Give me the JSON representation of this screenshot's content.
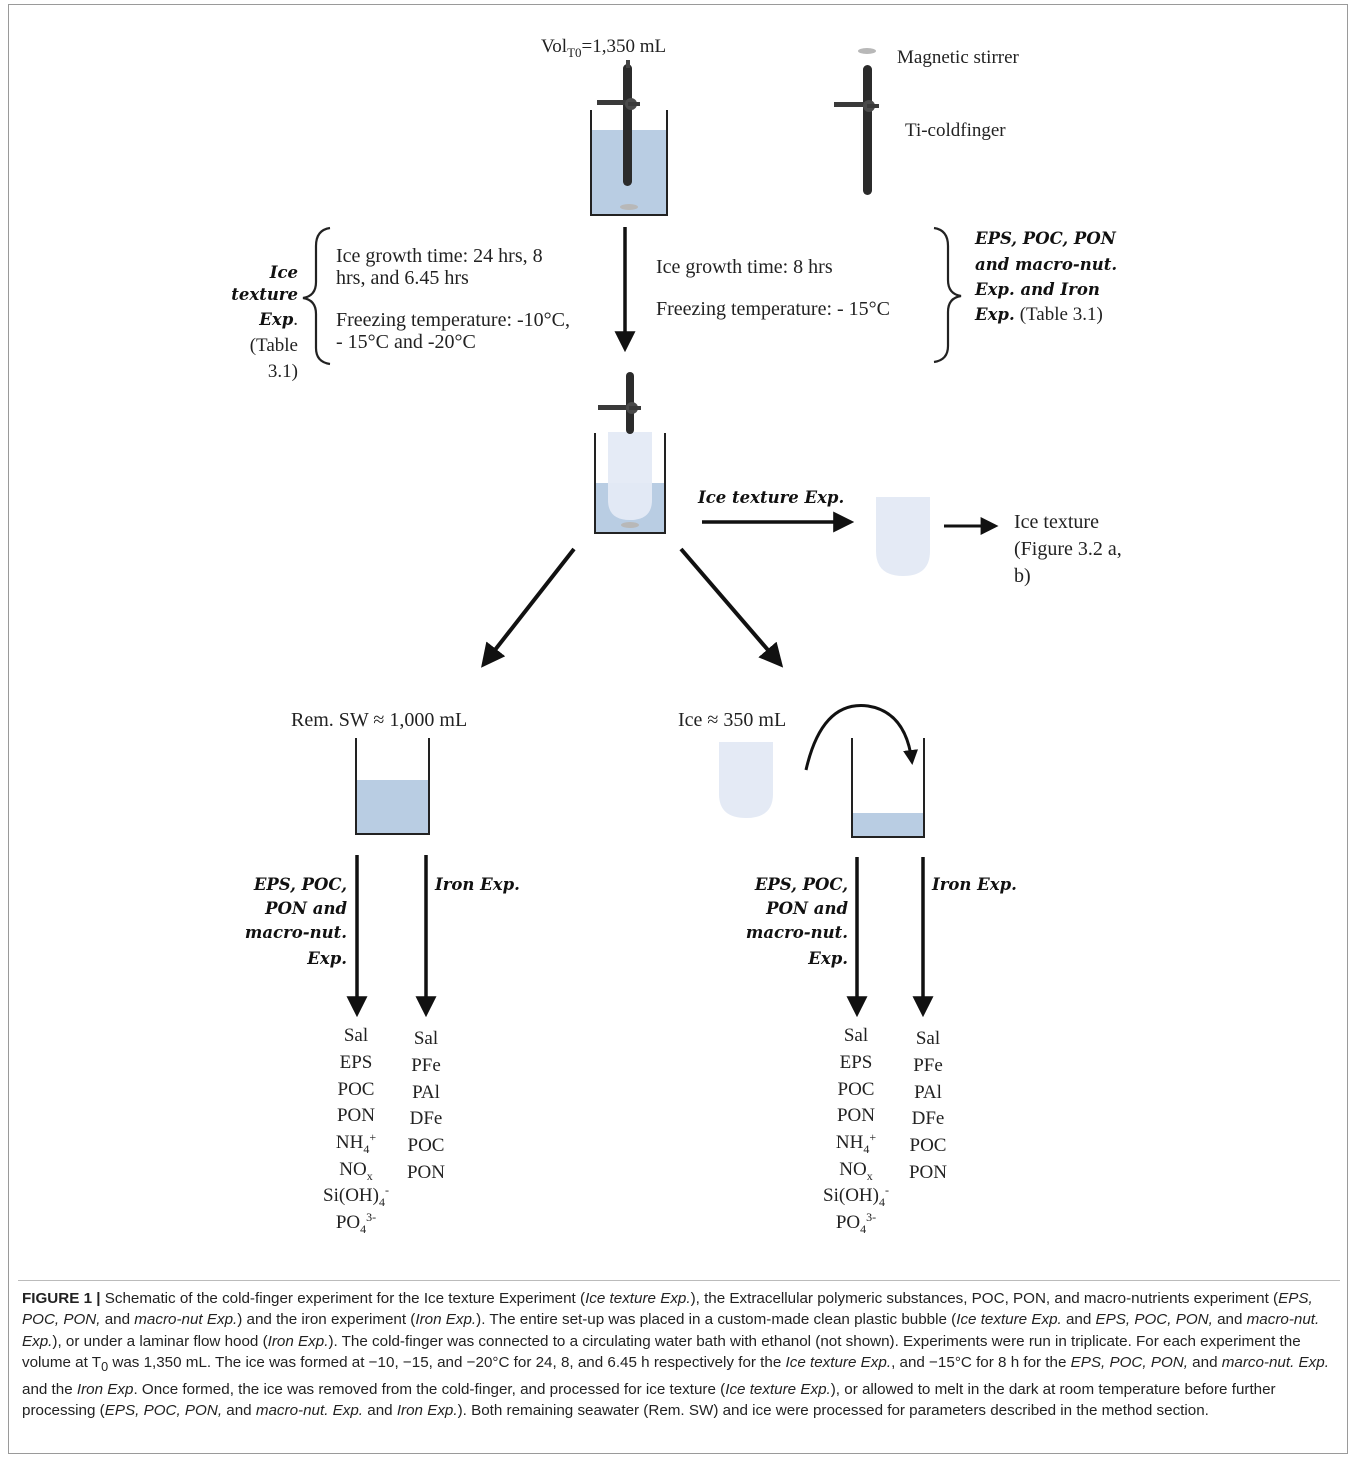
{
  "top": {
    "volume_label": "Vol",
    "volume_sub": "T0",
    "volume_value": "=1,350 mL"
  },
  "legend": {
    "stirrer": "Magnetic stirrer",
    "coldfinger": "Ti-coldfinger"
  },
  "left_brace": {
    "exp_lines": [
      "Ice",
      "texture",
      "Exp",
      "."
    ],
    "table_lines": [
      "(Table",
      "3.1)"
    ],
    "growth_lines": [
      "Ice growth time: 24 hrs, 8",
      "hrs, and 6.45 hrs"
    ],
    "temp_lines": [
      "Freezing temperature: -10°C,",
      "- 15°C and -20°C"
    ]
  },
  "right_brace": {
    "growth": "Ice growth time: 8 hrs",
    "temp": "Freezing temperature: - 15°C",
    "exp_lines": [
      "EPS, POC, PON",
      "and macro-nut.",
      "Exp. and Iron",
      "Exp."
    ],
    "table_ref": "(Table 3.1)"
  },
  "ice_texture_branch": {
    "arrow_label": "Ice texture Exp.",
    "result_lines": [
      "Ice texture",
      "(Figure 3.2 a,",
      "b)"
    ]
  },
  "remaining": {
    "title": "Rem. SW ≈ 1,000 mL",
    "left_label": [
      "EPS, POC,",
      "PON and",
      "macro-nut.",
      "Exp."
    ],
    "right_label": "Iron Exp.",
    "params_a": [
      "Sal",
      "EPS",
      "POC",
      "PON",
      "NH4+",
      "NOx",
      "Si(OH)4-",
      "PO43-"
    ],
    "params_b": [
      "Sal",
      "PFe",
      "PAl",
      "DFe",
      "POC",
      "PON"
    ]
  },
  "ice": {
    "title": "Ice ≈ 350 mL",
    "left_label": [
      "EPS, POC,",
      "PON and",
      "macro-nut.",
      "Exp."
    ],
    "right_label": "Iron Exp.",
    "params_a": [
      "Sal",
      "EPS",
      "POC",
      "PON",
      "NH4+",
      "NOx",
      "Si(OH)4-",
      "PO43-"
    ],
    "params_b": [
      "Sal",
      "PFe",
      "PAl",
      "DFe",
      "POC",
      "PON"
    ]
  },
  "caption": {
    "figure_label": "FIGURE 1 |",
    "text_parts": [
      {
        "t": " Schematic of the cold-finger experiment for the Ice texture Experiment (",
        "i": false
      },
      {
        "t": "Ice texture Exp.",
        "i": true
      },
      {
        "t": "), the Extracellular polymeric substances, POC, PON, and macro-nutrients experiment (",
        "i": false
      },
      {
        "t": "EPS, POC, PON,",
        "i": true
      },
      {
        "t": " and ",
        "i": false
      },
      {
        "t": "macro-nut Exp.",
        "i": true
      },
      {
        "t": ") and the iron experiment (",
        "i": false
      },
      {
        "t": "Iron Exp.",
        "i": true
      },
      {
        "t": "). The entire set-up was placed in a custom-made clean plastic bubble (",
        "i": false
      },
      {
        "t": "Ice texture Exp.",
        "i": true
      },
      {
        "t": " and ",
        "i": false
      },
      {
        "t": "EPS, POC, PON,",
        "i": true
      },
      {
        "t": " and ",
        "i": false
      },
      {
        "t": "macro-nut. Exp.",
        "i": true
      },
      {
        "t": "), or under a laminar flow hood (",
        "i": false
      },
      {
        "t": "Iron Exp.",
        "i": true
      },
      {
        "t": "). The cold-finger was connected to a circulating water bath with ethanol (not shown). Experiments were run in triplicate. For each experiment the volume at T",
        "i": false
      },
      {
        "t": "0",
        "sub": true
      },
      {
        "t": " was 1,350 mL. The ice was formed at −10, −15, and −20°C for 24, 8, and 6.45 h respectively for the ",
        "i": false
      },
      {
        "t": "Ice texture Exp.",
        "i": true
      },
      {
        "t": ", and −15°C for 8 h for the ",
        "i": false
      },
      {
        "t": "EPS, POC, PON,",
        "i": true
      },
      {
        "t": " and ",
        "i": false
      },
      {
        "t": "marco-nut. Exp.",
        "i": true
      },
      {
        "t": " and the ",
        "i": false
      },
      {
        "t": "Iron Exp",
        "i": true
      },
      {
        "t": ". Once formed, the ice was removed from the cold-finger, and processed for ice texture (",
        "i": false
      },
      {
        "t": "Ice texture Exp.",
        "i": true
      },
      {
        "t": "), or allowed to melt in the dark at room temperature before further processing (",
        "i": false
      },
      {
        "t": "EPS, POC, PON,",
        "i": true
      },
      {
        "t": " and ",
        "i": false
      },
      {
        "t": "macro-nut. Exp.",
        "i": true
      },
      {
        "t": " and ",
        "i": false
      },
      {
        "t": "Iron Exp.",
        "i": true
      },
      {
        "t": "). Both remaining seawater (Rem. SW) and ice were processed for parameters described in the method section.",
        "i": false
      }
    ]
  },
  "colors": {
    "water": "#b9cde3",
    "ice": "#e4eaf5",
    "ink": "#111111",
    "stirrer": "#b8b8b8",
    "frame": "#9a9a9a"
  }
}
